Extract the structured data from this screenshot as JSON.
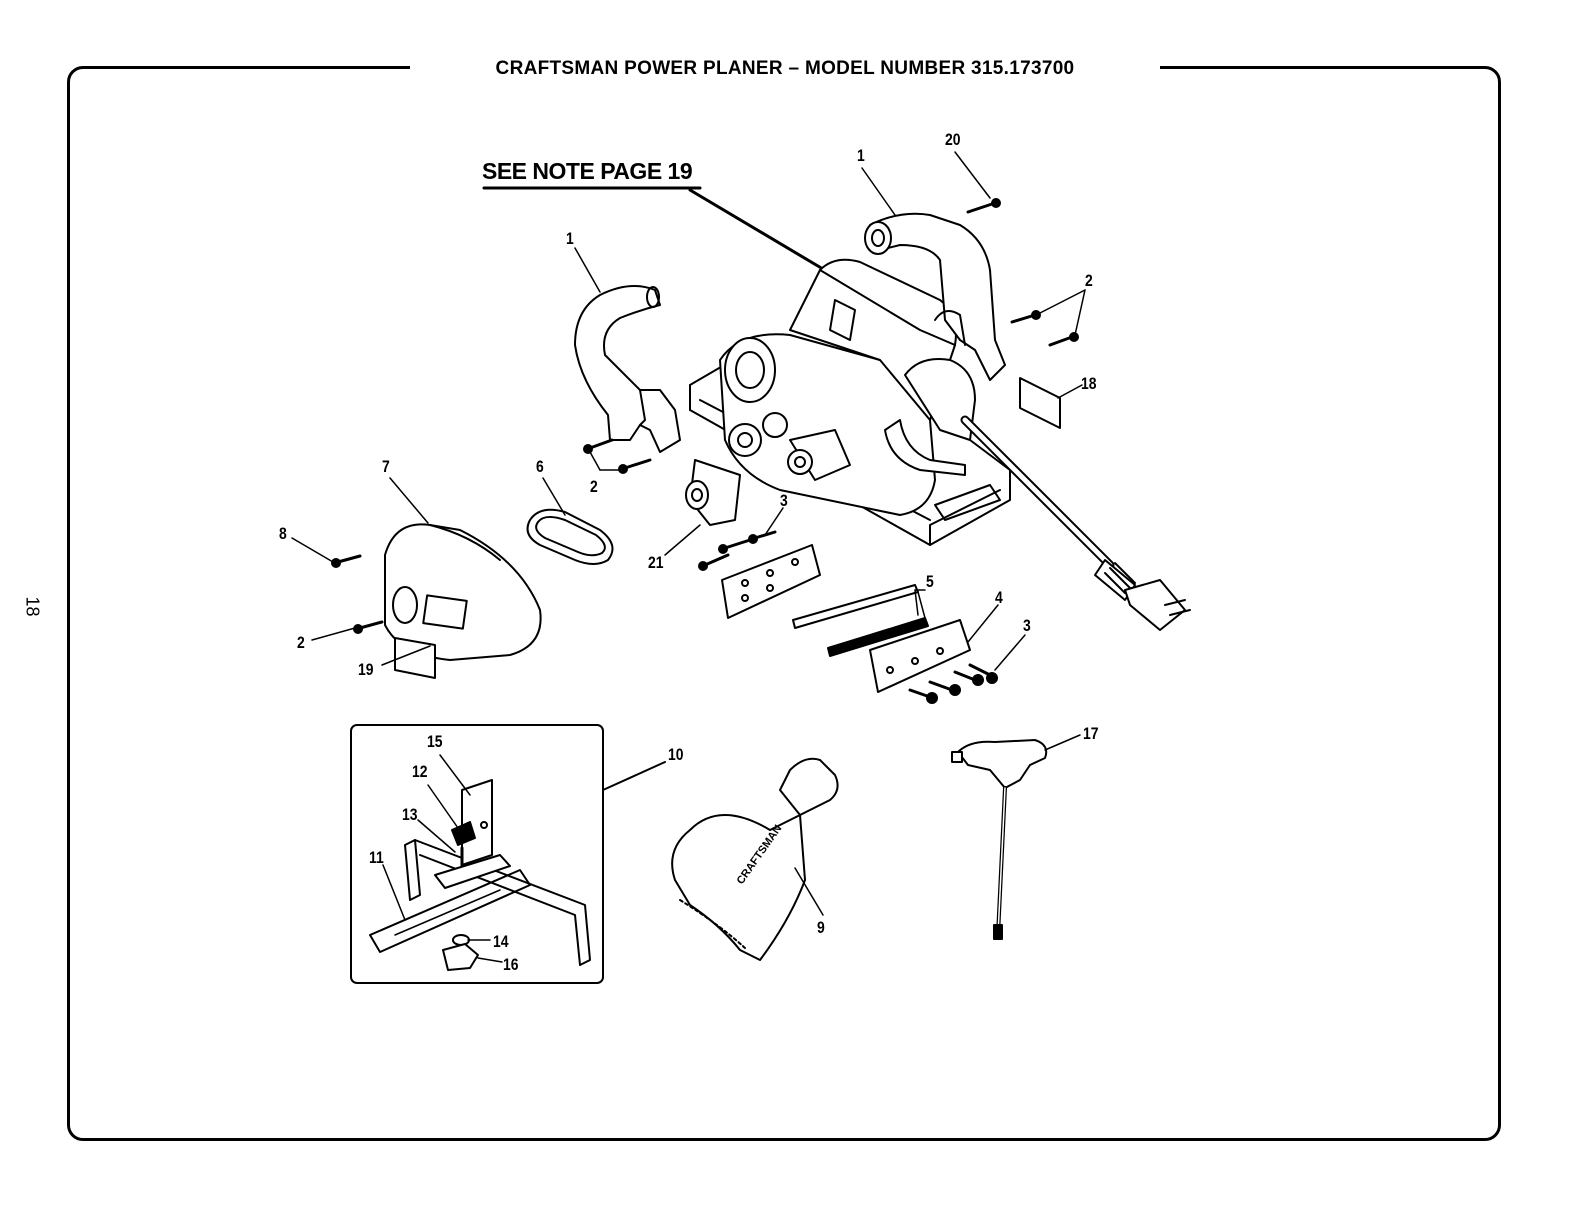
{
  "title": "CRAFTSMAN POWER PLANER – MODEL NUMBER 315.173700",
  "note": "SEE NOTE PAGE 19",
  "page_number": "18",
  "bag_brand": "CRAFTSMAN",
  "callouts": {
    "c1_handle_rear": "1",
    "c1_handle_front": "1",
    "c20": "20",
    "c2_rear": "2",
    "c18": "18",
    "c2_front": "2",
    "c7": "7",
    "c6": "6",
    "c8": "8",
    "c21": "21",
    "c3_upper": "3",
    "c5": "5",
    "c4": "4",
    "c3_lower": "3",
    "c2_cover": "2",
    "c19": "19",
    "c10": "10",
    "c15": "15",
    "c12": "12",
    "c13": "13",
    "c11": "11",
    "c14": "14",
    "c16": "16",
    "c9": "9",
    "c17": "17"
  }
}
